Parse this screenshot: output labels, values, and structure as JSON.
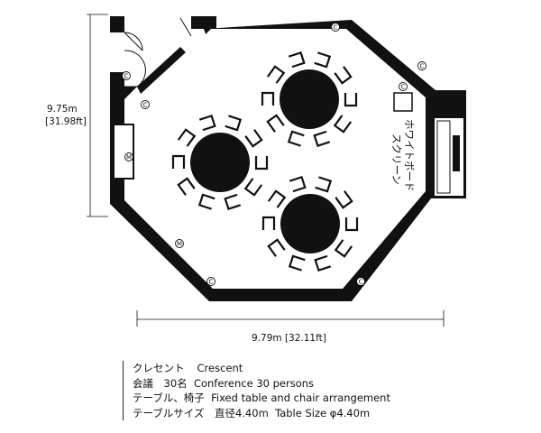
{
  "dimensions": {
    "height_m": "9.75m",
    "height_ft": "[31.98ft]",
    "width_label": "9.79m [32.11ft]"
  },
  "whiteboard_label": "ホワイトボード",
  "screen_label": "スクリーン",
  "outlet_symbol": "C",
  "mic_symbol": "M",
  "legend": {
    "name_ja": "クレセント",
    "name_en": "Crescent",
    "capacity_ja": "会議　30名",
    "capacity_en": "Conference 30 persons",
    "arrangement_ja": "テーブル、椅子",
    "arrangement_en": "Fixed table and chair arrangement",
    "size_ja": "テーブルサイズ　直径4.40m",
    "size_en": "Table Size φ4.40m"
  }
}
